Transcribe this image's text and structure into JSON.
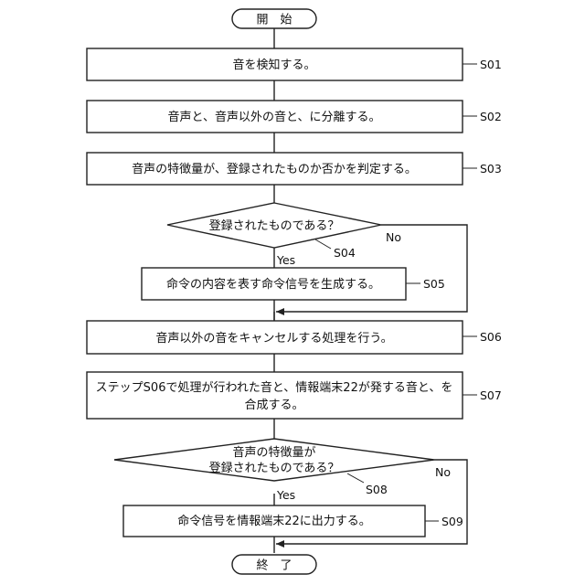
{
  "flow": {
    "start": "開　始",
    "end": "終　了",
    "s01": {
      "text": "音を検知する。",
      "label": "S01"
    },
    "s02": {
      "text": "音声と、音声以外の音と、に分離する。",
      "label": "S02"
    },
    "s03": {
      "text": "音声の特徴量が、登録されたものか否かを判定する。",
      "label": "S03"
    },
    "s04": {
      "text": "登録されたものである？",
      "label": "S04",
      "yes": "Yes",
      "no": "No"
    },
    "s05": {
      "text": "命令の内容を表す命令信号を生成する。",
      "label": "S05"
    },
    "s06": {
      "text": "音声以外の音をキャンセルする処理を行う。",
      "label": "S06"
    },
    "s07": {
      "line1": "ステップS06で処理が行われた音と、情報端末22が発する音と、を",
      "line2": "合成する。",
      "label": "S07"
    },
    "s08": {
      "line1": "音声の特徴量が",
      "line2": "登録されたものである？",
      "label": "S08",
      "yes": "Yes",
      "no": "No"
    },
    "s09": {
      "text": "命令信号を情報端末22に出力する。",
      "label": "S09"
    }
  }
}
